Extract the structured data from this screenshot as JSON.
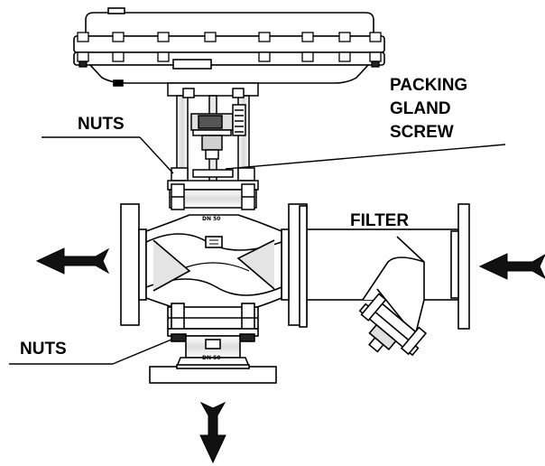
{
  "labels": {
    "packing_gland_line1": "PACKING",
    "packing_gland_line2": "GLAND",
    "packing_gland_line3": "SCREW",
    "nuts_top": "NUTS",
    "nuts_bottom": "NUTS",
    "filter": "FILTER"
  },
  "markings": {
    "dn_body": "DN 50",
    "dn_outlet": "DN 50"
  },
  "colors": {
    "line": "#000000",
    "fill": "#ffffff",
    "shade": "#d8d8d8",
    "dark": "#505050"
  },
  "icons": {
    "arrows": [
      "arrow-left-outlet",
      "arrow-left-inlet",
      "arrow-down-outlet"
    ]
  }
}
